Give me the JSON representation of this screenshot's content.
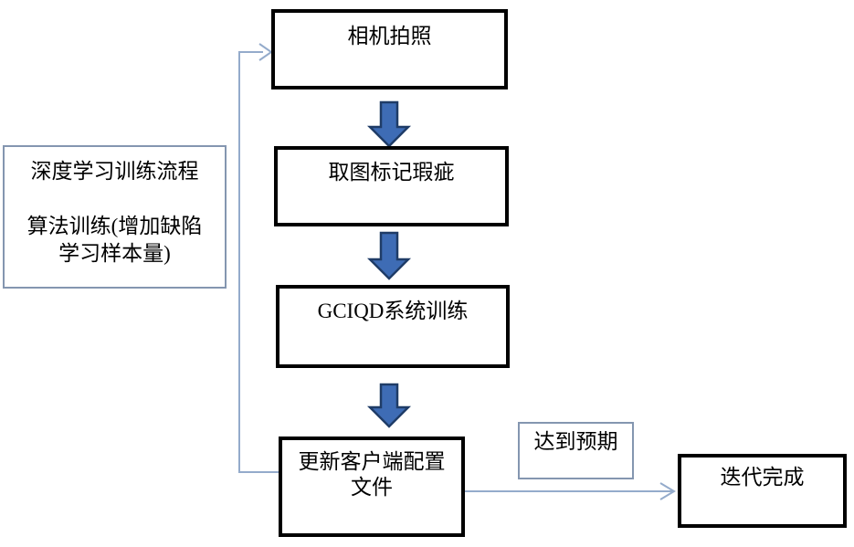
{
  "diagram": {
    "type": "flowchart",
    "nodes": {
      "camera": {
        "label": "相机拍照"
      },
      "mark_defects": {
        "label": "取图标记瑕疵"
      },
      "system_training": {
        "label": "GCIQD系统训练"
      },
      "update_config": {
        "label_line1": "更新客户端配置",
        "label_line2": "文件"
      },
      "iteration_done": {
        "label": "迭代完成"
      },
      "expectation_label": {
        "label": "达到预期"
      },
      "process_note": {
        "line1": "深度学习训练流程",
        "line2": "算法训练(增加缺陷",
        "line3": "学习样本量)"
      }
    },
    "edges": {
      "flow_1": "相机拍照 → 取图标记瑕疵",
      "flow_2": "取图标记瑕疵 → GCIQD系统训练",
      "flow_3": "GCIQD系统训练 → 更新客户端配置文件",
      "loopback": "更新客户端配置文件 → 相机拍照",
      "finish": "更新客户端配置文件 → 迭代完成 (达到预期)"
    },
    "colors": {
      "background": "#FFFFFF",
      "text": "#000000",
      "thick_box_border": "#000000",
      "thin_box_border": "#8496B0",
      "connector_line": "#94ABCB",
      "block_arrow_fill": "#3E6CB5",
      "block_arrow_border": "#1F3C67"
    }
  }
}
